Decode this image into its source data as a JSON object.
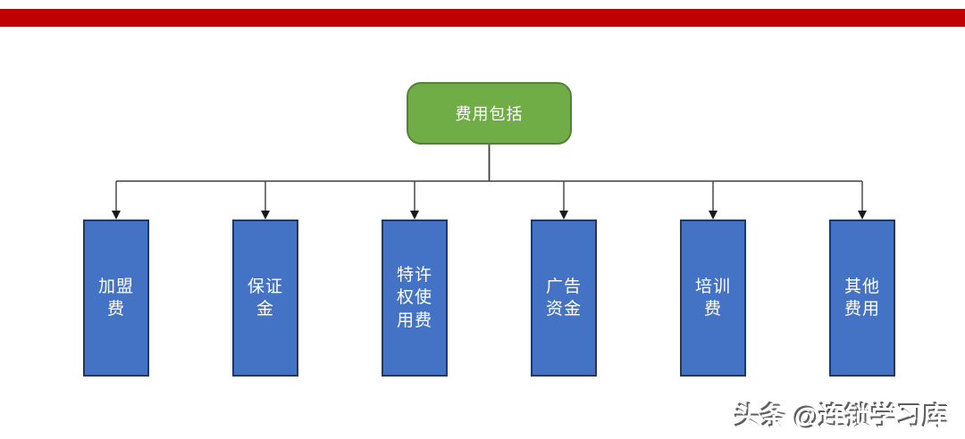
{
  "diagram": {
    "root": {
      "label": "费用包括"
    },
    "children": [
      {
        "label": "加盟\n费"
      },
      {
        "label": "保证\n金"
      },
      {
        "label": "特许\n权使\n用费"
      },
      {
        "label": "广告\n资金"
      },
      {
        "label": "培训\n费"
      },
      {
        "label": "其他\n费用"
      }
    ]
  },
  "watermark": {
    "text": "头条 @连锁学习库"
  },
  "theme": {
    "accent-red": "#C00000",
    "node-green": "#70AD47",
    "node-green-border": "#548235",
    "node-blue": "#4472C4",
    "node-blue-border": "#1F3864",
    "connector-color": "#3f3f3f"
  }
}
